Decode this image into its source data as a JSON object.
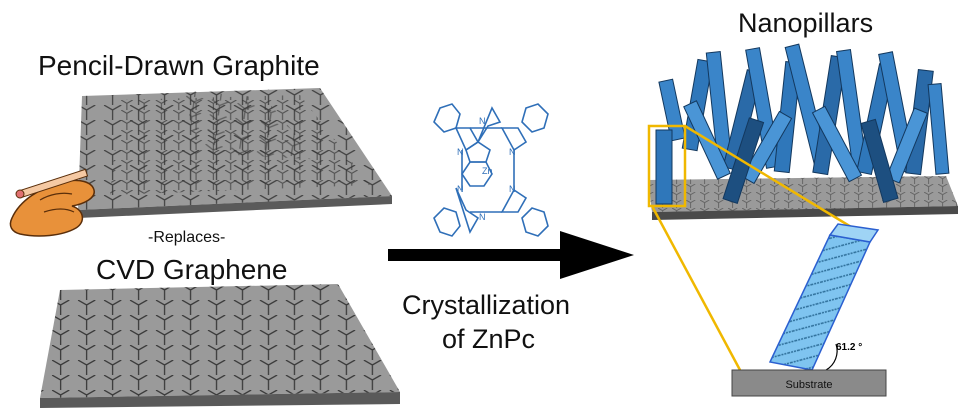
{
  "labels": {
    "pencil_title": "Pencil-Drawn Graphite",
    "replaces": "-Replaces-",
    "cvd_title": "CVD Graphene",
    "process_line1": "Crystallization",
    "process_line2": "of ZnPc",
    "result_title": "Nanopillars",
    "molecule_metal": "Zn",
    "molecule_n": "N",
    "angle": "61.2 °",
    "substrate": "Substrate"
  },
  "colors": {
    "graphite_line": "#3a3a3a",
    "sheet_top": "#8a8a8a",
    "sheet_edge": "#5a5a5a",
    "molecule": "#2f6fb8",
    "pillar": "#3a85c9",
    "pillar_dark": "#1d4f80",
    "zoom_box": "#f0b800",
    "arrow": "#000000"
  },
  "icons": [
    "hand-with-pencil-icon"
  ]
}
